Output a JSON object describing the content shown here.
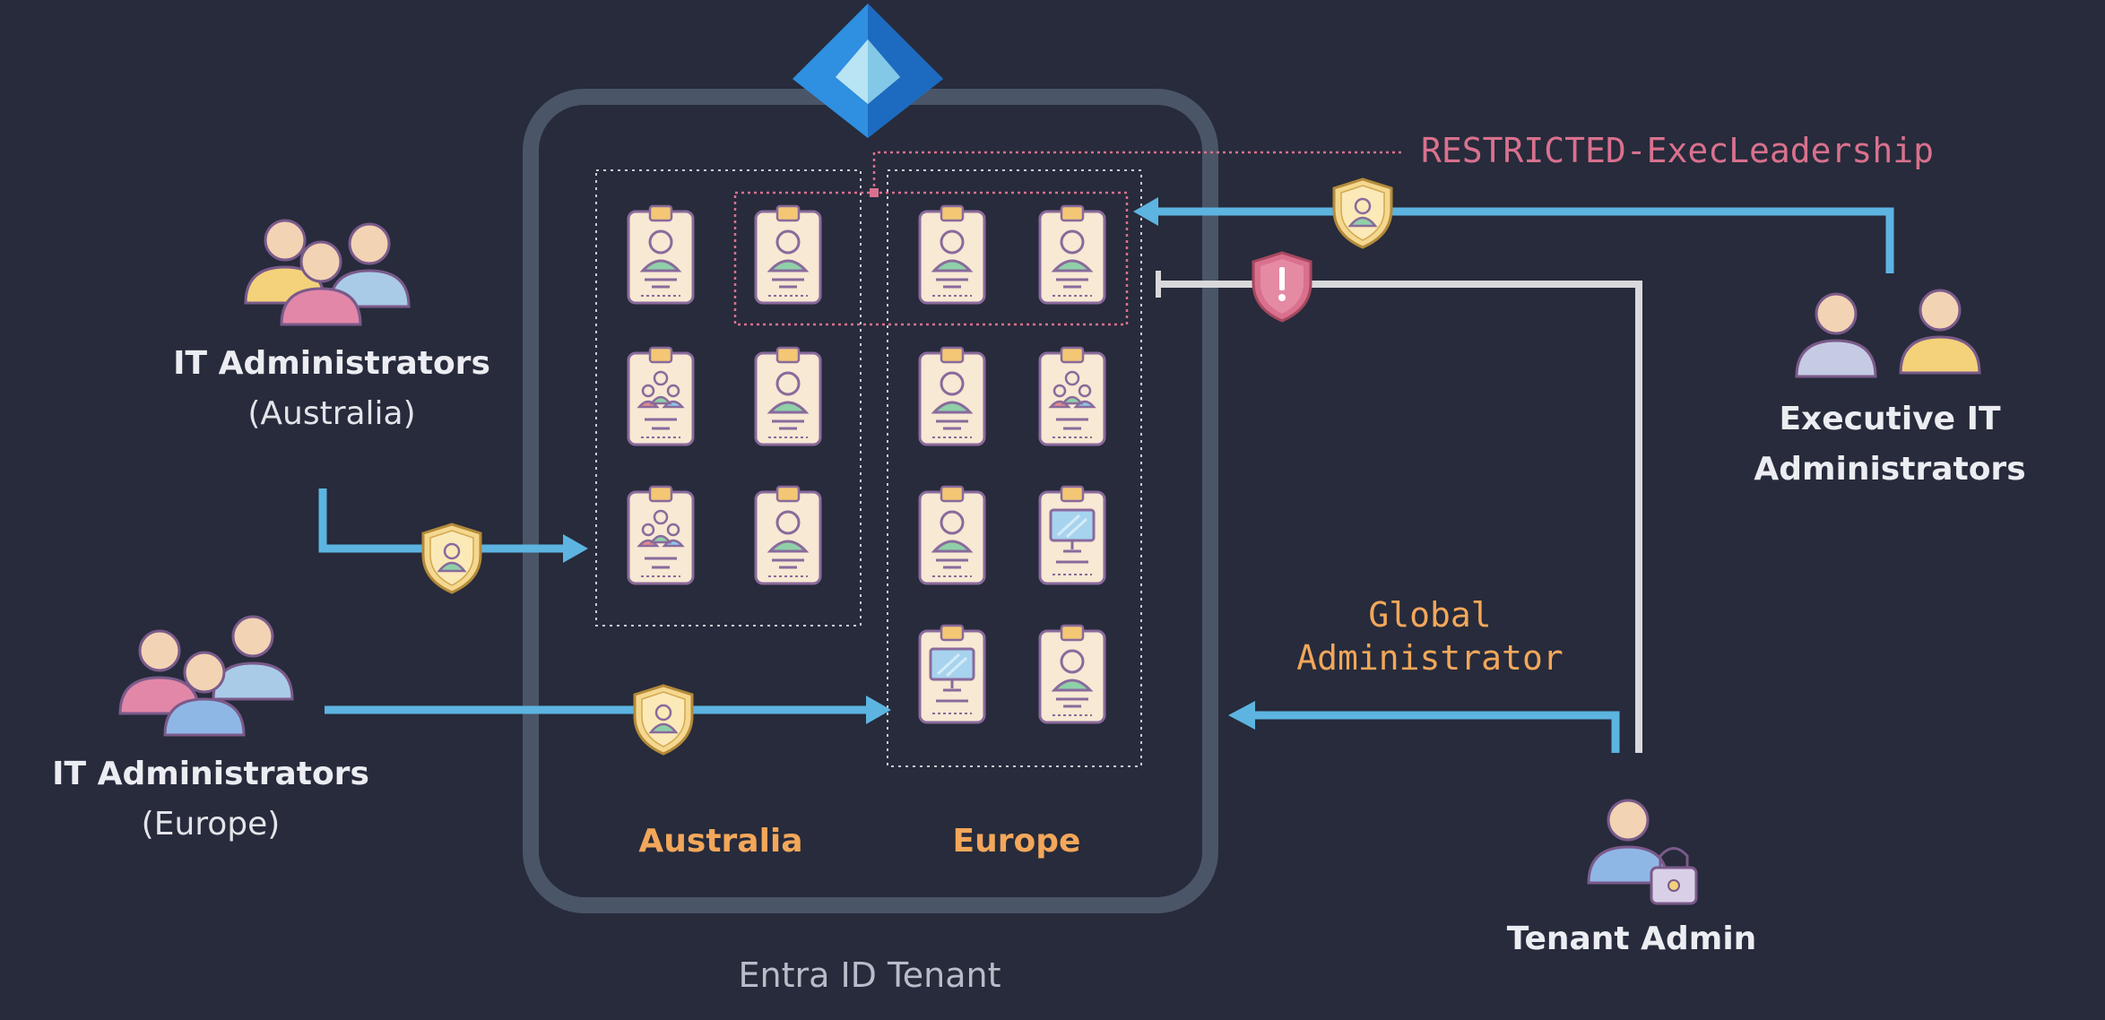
{
  "tenant": {
    "label": "Entra ID Tenant"
  },
  "admin_units": [
    {
      "name": "Australia"
    },
    {
      "name": "Europe"
    }
  ],
  "groups": {
    "it_admins_australia": {
      "line1": "IT Administrators",
      "line2": "(Australia)"
    },
    "it_admins_europe": {
      "line1": "IT Administrators",
      "line2": "(Europe)"
    },
    "exec_it_admins": {
      "line1": "Executive IT",
      "line2": "Administrators"
    },
    "tenant_admin": {
      "label": "Tenant Admin"
    }
  },
  "restricted_unit": {
    "label": "RESTRICTED-ExecLeadership"
  },
  "global_admin": {
    "line1": "Global",
    "line2": "Administrator"
  },
  "icons": {
    "entra": "entra-id-logo",
    "user_card": "user-badge-icon",
    "group_card": "group-badge-icon",
    "device_card": "device-badge-icon",
    "shield_role": "role-shield-icon",
    "shield_blocked": "blocked-shield-icon"
  },
  "colors": {
    "background": "#272b3b",
    "arrow_blue": "#5db4e0",
    "arrow_grey": "#d9d9dc",
    "unit_label": "#f3a75a",
    "restricted": "#d9718e",
    "frame": "#4a5568"
  }
}
